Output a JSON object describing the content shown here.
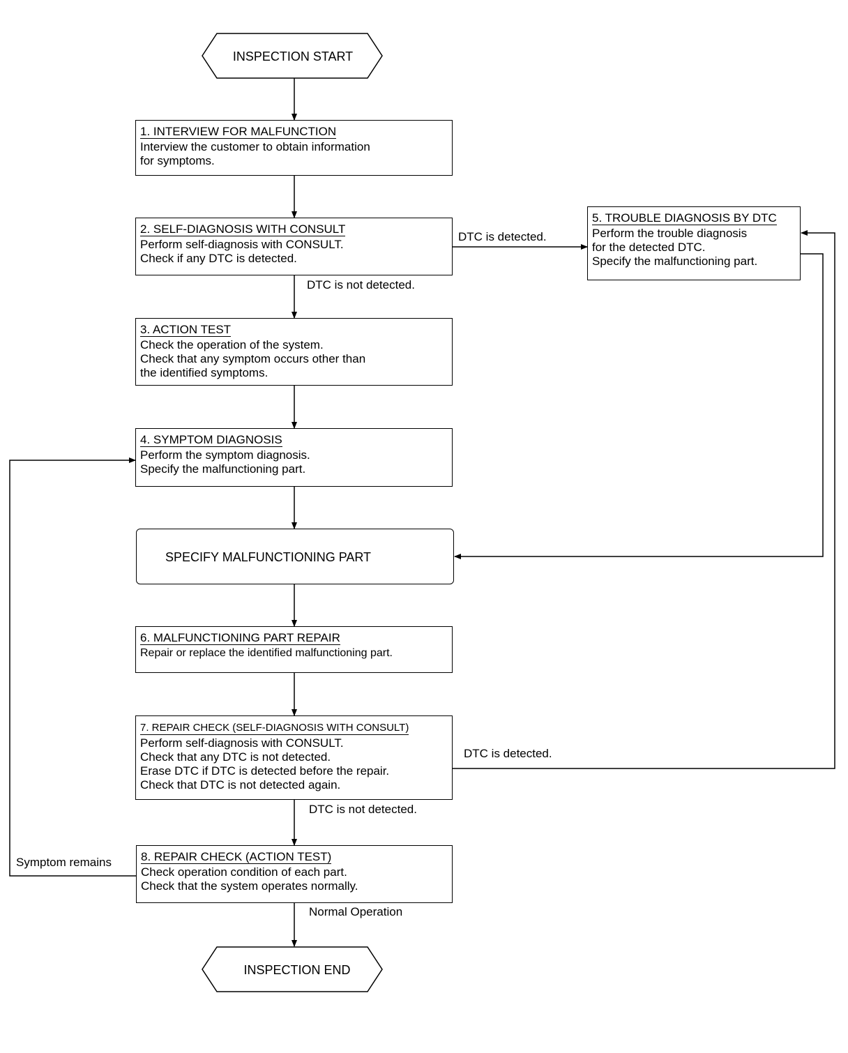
{
  "start": "INSPECTION START",
  "end": "INSPECTION END",
  "steps": [
    {
      "title": "1. INTERVIEW FOR MALFUNCTION",
      "lines": [
        "Interview the customer to obtain information",
        "for symptoms."
      ]
    },
    {
      "title": "2. SELF-DIAGNOSIS WITH CONSULT",
      "lines": [
        "Perform self-diagnosis with CONSULT.",
        "Check if any DTC is detected."
      ]
    },
    {
      "title": "3. ACTION TEST",
      "lines": [
        "Check the operation of the system.",
        "Check that any symptom occurs other than",
        "the identified symptoms."
      ]
    },
    {
      "title": "4. SYMPTOM DIAGNOSIS",
      "lines": [
        "Perform the symptom diagnosis.",
        "Specify the malfunctioning part."
      ]
    },
    {
      "title": "5. TROUBLE DIAGNOSIS BY DTC",
      "lines": [
        "Perform the trouble diagnosis",
        "for the detected DTC.",
        "Specify the malfunctioning part."
      ]
    },
    {
      "title": "6. MALFUNCTIONING PART REPAIR",
      "lines": [
        "Repair or replace the identified malfunctioning part."
      ]
    },
    {
      "title": "7. REPAIR CHECK (SELF-DIAGNOSIS WITH CONSULT)",
      "lines": [
        "Perform self-diagnosis with CONSULT.",
        "Check that any DTC is not detected.",
        "Erase DTC if DTC is detected before the repair.",
        "Check that DTC is not detected again."
      ]
    },
    {
      "title": "8. REPAIR CHECK (ACTION TEST)",
      "lines": [
        "Check operation condition of each part.",
        "Check that the system operates normally."
      ]
    }
  ],
  "specify": "SPECIFY MALFUNCTIONING PART",
  "labels": {
    "dtc_detected_2": "DTC is detected.",
    "dtc_not_detected_2": "DTC is not detected.",
    "dtc_detected_7": "DTC is detected.",
    "dtc_not_detected_7": "DTC is not detected.",
    "symptom_remains": "Symptom remains",
    "normal_operation": "Normal Operation"
  }
}
